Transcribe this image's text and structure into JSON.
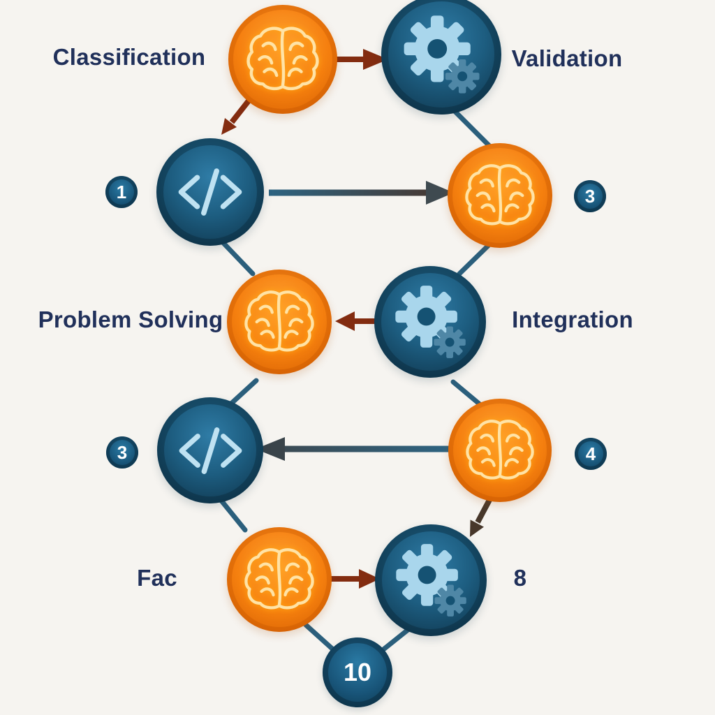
{
  "diagram": {
    "palette": {
      "background": "#f6f4f0",
      "node_blue": "#1d5d80",
      "node_orange": "#f57f10",
      "icon_blue": "#a9d6ec",
      "brain_stroke": "#ffe3a6",
      "label_color": "#20305a",
      "arrow_red": "#832c10",
      "arrow_dark": "#3f4a50",
      "connector": "#2b5f7c"
    },
    "labels": [
      {
        "id": "classification",
        "text": "Classification"
      },
      {
        "id": "validation",
        "text": "Validation"
      },
      {
        "id": "problem-solving",
        "text": "Problem Solving"
      },
      {
        "id": "integration",
        "text": "Integration"
      },
      {
        "id": "fac",
        "text": "Fac"
      },
      {
        "id": "eight",
        "text": "8"
      }
    ],
    "badges": [
      {
        "id": "badge-1",
        "text": "1"
      },
      {
        "id": "badge-3-right",
        "text": "3"
      },
      {
        "id": "badge-3-left",
        "text": "3"
      },
      {
        "id": "badge-4",
        "text": "4"
      },
      {
        "id": "node-10",
        "text": "10"
      }
    ],
    "nodes": [
      {
        "id": "brain-top",
        "icon": "brain"
      },
      {
        "id": "gear-top",
        "icon": "gear"
      },
      {
        "id": "code-row2",
        "icon": "code"
      },
      {
        "id": "brain-row2",
        "icon": "brain"
      },
      {
        "id": "brain-row3",
        "icon": "brain"
      },
      {
        "id": "gear-row3",
        "icon": "gear"
      },
      {
        "id": "code-row4",
        "icon": "code"
      },
      {
        "id": "brain-row4",
        "icon": "brain"
      },
      {
        "id": "brain-row5",
        "icon": "brain"
      },
      {
        "id": "gear-row5",
        "icon": "gear"
      }
    ]
  }
}
